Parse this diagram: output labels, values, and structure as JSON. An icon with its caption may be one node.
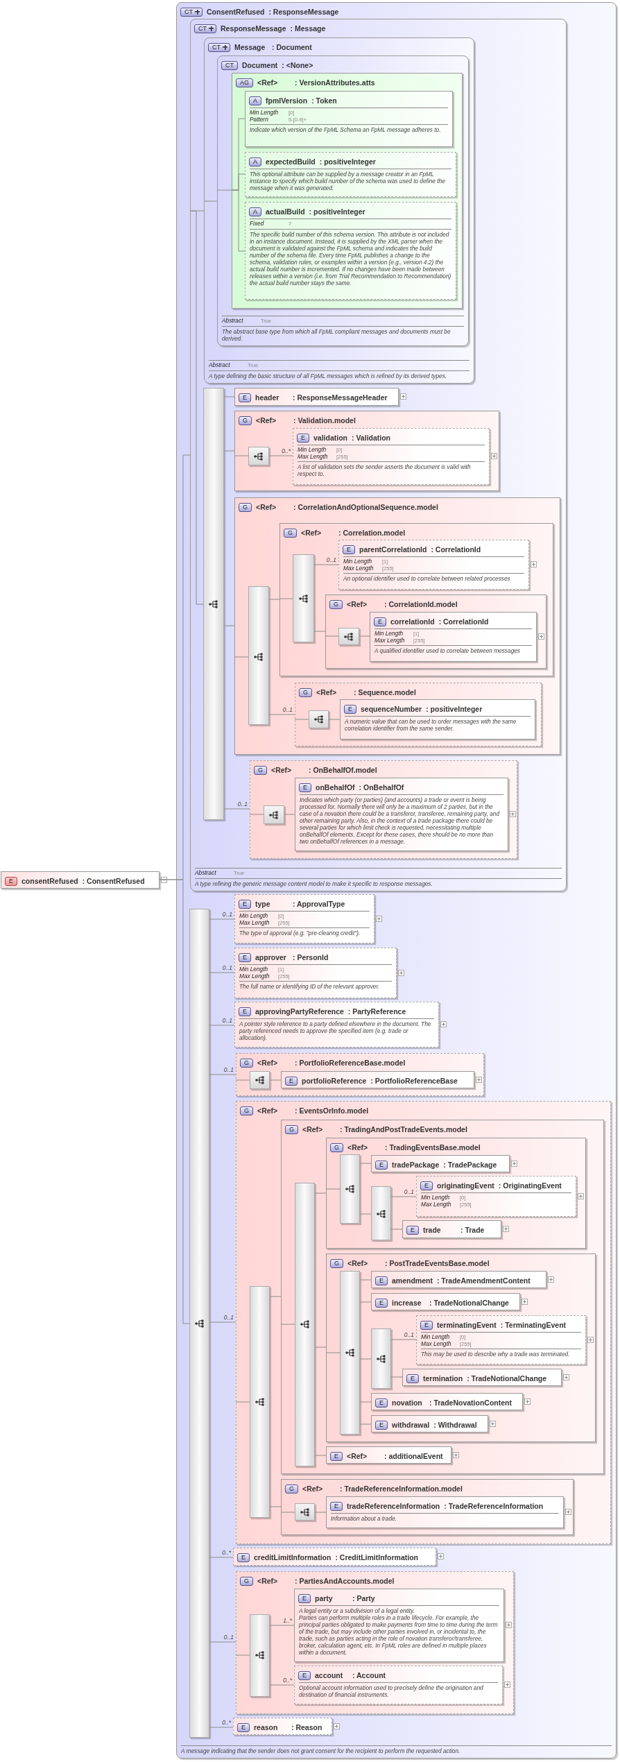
{
  "diagram": {
    "nodes": [
      {
        "text": [
          "E",
          "consentRefused",
          ": ConsentRefused"
        ]
      },
      {
        "text": [
          "CT",
          "ConsentRefused",
          ": ResponseMessage",
          "A message indicating that the sender does not grant consent for the recipient to perform the requested action."
        ]
      },
      {
        "text": [
          "CT",
          "ResponseMessage",
          ": Message",
          "Abstract",
          "True",
          "A type refining the generic message content model to make it specific to response messages."
        ],
        "in": 1
      },
      {
        "text": [
          "CT",
          "Message",
          ": Document",
          "Abstract",
          "True",
          "A type defining the basic structure of all FpML messages which is refined by its derived types."
        ],
        "in": 2
      },
      {
        "text": [
          "CT",
          "Document",
          ": <None>",
          "Abstract",
          "True",
          "The abstract base type from which all FpML compliant messages and documents must be derived."
        ],
        "in": 3
      },
      {
        "text": [
          "AG",
          "<Ref>",
          ": VersionAttributes.atts"
        ],
        "in": 4
      },
      {
        "text": [
          "A",
          "fpmlVersion",
          ": Token",
          "Min Length",
          "[0]",
          "Pattern",
          "5-[0-9]+",
          "Indicate which version of the FpML Schema an FpML message adheres to."
        ],
        "in": 5
      },
      {
        "text": [
          "A",
          "expectedBuild",
          ": positiveInteger",
          "This optional attribute can be supplied by a message creator in an FpML instance to specify which build number of the schema was used to define the message when it was generated."
        ],
        "in": 5
      },
      {
        "text": [
          "A",
          "actualBuild",
          ": positiveInteger",
          "Fixed",
          "7",
          "The specific build number of this schema version. This attribute is not included in an instance document. Instead, it is supplied by the XML parser when the document is validated against the FpML schema and indicates the build number of the schema file. Every time FpML publishes a change to the schema, validation rules, or examples within a version (e.g., version 4.2) the actual build number is incremented. If no changes have been made between releases within a version (i.e. from Trial Recommendation to Recommendation) the actual build number stays the same."
        ],
        "in": 5
      },
      {
        "text": [],
        "shape": "bar",
        "in": 2
      },
      {
        "text": [
          "E",
          "header",
          ": ResponseMessageHeader"
        ],
        "in": 2
      },
      {
        "text": [
          "G",
          "<Ref>",
          ": Validation.model"
        ],
        "in": 2
      },
      {
        "text": [],
        "shape": "box",
        "in": 11
      },
      {
        "text": [
          "E",
          "validation",
          ": Validation",
          "Min Length",
          "[0]",
          "Max Length",
          "[255]",
          "A list of validation sets the sender asserts the document is valid with respect to."
        ],
        "beside": [
          "0..*"
        ],
        "in": 11
      },
      {
        "text": [
          "G",
          "<Ref>",
          ": CorrelationAndOptionalSequence.model"
        ],
        "in": 2
      },
      {
        "text": [],
        "shape": "bar",
        "in": 14
      },
      {
        "text": [
          "G",
          "<Ref>",
          ": Correlation.model"
        ],
        "in": 14
      },
      {
        "text": [],
        "shape": "bar",
        "in": 16
      },
      {
        "text": [
          "E",
          "parentCorrelationId",
          ": CorrelationId",
          "Min Length",
          "[1]",
          "Max Length",
          "[255]",
          "An optional identifier used to correlate between related processes"
        ],
        "beside": [
          "0..1"
        ],
        "in": 16
      },
      {
        "text": [
          "G",
          "<Ref>",
          ": CorrelationId.model"
        ],
        "in": 16
      },
      {
        "text": [],
        "shape": "box",
        "in": 19
      },
      {
        "text": [
          "E",
          "correlationId",
          ": CorrelationId",
          "Min Length",
          "[1]",
          "Max Length",
          "[255]",
          "A qualified identifier used to correlate between messages"
        ],
        "in": 19
      },
      {
        "text": [
          "G",
          "<Ref>",
          ": Sequence.model"
        ],
        "beside": [
          "0..1"
        ],
        "in": 14
      },
      {
        "text": [],
        "shape": "box",
        "in": 22
      },
      {
        "text": [
          "E",
          "sequenceNumber",
          ": positiveInteger",
          "A numeric value that can be used to order messages with the same correlation identifier from the same sender."
        ],
        "in": 22
      },
      {
        "text": [
          "G",
          "<Ref>",
          ": OnBehalfOf.model"
        ],
        "beside": [
          "0..1"
        ],
        "in": 2
      },
      {
        "text": [],
        "shape": "box",
        "in": 25
      },
      {
        "text": [
          "E",
          "onBehalfOf",
          ": OnBehalfOf",
          "Indicates which party (or parties) (and accounts) a trade or event is being processed for. Normally there will only be a maximum of 2 parties, but in the case of a novation there could be a transferor, transferee, remaining party, and other remaining party. Also, in the context of a trade package there could be several parties for which limit check is requested, necessitating multiple onBehalfOf elements. Except for these cases, there should be no more than two onBehalfOf references in a message."
        ],
        "in": 25
      },
      {
        "text": [],
        "shape": "bar",
        "in": 1
      },
      {
        "text": [
          "E",
          "type",
          ": ApprovalType",
          "Min Length",
          "[0]",
          "Max Length",
          "[255]",
          "The type of approval (e.g. \"pre-clearing credit\")."
        ],
        "beside": [
          "0..1"
        ],
        "in": 1
      },
      {
        "text": [
          "E",
          "approver",
          ": PersonId",
          "Min Length",
          "[1]",
          "Max Length",
          "[255]",
          "The full name or identifying ID of the relevant approver."
        ],
        "beside": [
          "0..1"
        ],
        "in": 1
      },
      {
        "text": [
          "E",
          "approvingPartyReference",
          ": PartyReference",
          "A pointer style reference to a party defined elsewhere in the document. The party referenced needs to approve the specified item (e.g. trade or allocation)."
        ],
        "beside": [
          "0..1"
        ],
        "in": 1
      },
      {
        "text": [
          "G",
          "<Ref>",
          ": PortfolioReferenceBase.model"
        ],
        "beside": [
          "0..1"
        ],
        "in": 1
      },
      {
        "text": [],
        "shape": "box",
        "in": 32
      },
      {
        "text": [
          "E",
          "portfolioReference",
          ": PortfolioReferenceBase"
        ],
        "in": 32
      },
      {
        "text": [
          "G",
          "<Ref>",
          ": EventsOrInfo.model"
        ],
        "beside": [
          "0..1"
        ],
        "in": 1
      },
      {
        "text": [],
        "shape": "bar",
        "in": 35
      },
      {
        "text": [
          "G",
          "<Ref>",
          ": TradingAndPostTradeEvents.model"
        ],
        "in": 35
      },
      {
        "text": [],
        "shape": "bar",
        "in": 37
      },
      {
        "text": [
          "G",
          "<Ref>",
          ": TradingEventsBase.model"
        ],
        "in": 37
      },
      {
        "text": [],
        "shape": "bar",
        "in": 39
      },
      {
        "text": [
          "E",
          "tradePackage",
          ": TradePackage"
        ],
        "in": 39
      },
      {
        "text": [],
        "shape": "bar",
        "in": 39
      },
      {
        "text": [
          "E",
          "originatingEvent",
          ": OriginatingEvent",
          "Min Length",
          "[0]",
          "Max Length",
          "[255]"
        ],
        "beside": [
          "0..1"
        ],
        "in": 39
      },
      {
        "text": [
          "E",
          "trade",
          ": Trade"
        ],
        "in": 39
      },
      {
        "text": [
          "G",
          "<Ref>",
          ": PostTradeEventsBase.model"
        ],
        "in": 37
      },
      {
        "text": [],
        "shape": "bar",
        "in": 45
      },
      {
        "text": [
          "E",
          "amendment",
          ": TradeAmendmentContent"
        ],
        "in": 45
      },
      {
        "text": [
          "E",
          "increase",
          ": TradeNotionalChange"
        ],
        "in": 45
      },
      {
        "text": [],
        "shape": "bar",
        "in": 45
      },
      {
        "text": [
          "E",
          "terminatingEvent",
          ": TerminatingEvent",
          "Min Length",
          "[0]",
          "Max Length",
          "[255]",
          "This may be used to describe why a trade was terminated."
        ],
        "beside": [
          "0..1"
        ],
        "in": 45
      },
      {
        "text": [
          "E",
          "termination",
          ": TradeNotionalChange"
        ],
        "in": 45
      },
      {
        "text": [
          "E",
          "novation",
          ": TradeNovationContent"
        ],
        "in": 45
      },
      {
        "text": [
          "E",
          "withdrawal",
          ": Withdrawal"
        ],
        "in": 45
      },
      {
        "text": [
          "E",
          "<Ref>",
          ": additionalEvent"
        ],
        "in": 37
      },
      {
        "text": [
          "G",
          "<Ref>",
          ": TradeReferenceInformation.model"
        ],
        "in": 35
      },
      {
        "text": [],
        "shape": "box",
        "in": 55
      },
      {
        "text": [
          "E",
          "tradeReferenceInformation",
          ": TradeReferenceInformation",
          "Information about a trade."
        ],
        "in": 55
      },
      {
        "text": [
          "E",
          "creditLimitInformation",
          ": CreditLimitInformation"
        ],
        "beside": [
          "0..*"
        ],
        "in": 1
      },
      {
        "text": [
          "G",
          "<Ref>",
          ": PartiesAndAccounts.model"
        ],
        "beside": [
          "0..1"
        ],
        "in": 1
      },
      {
        "text": [],
        "shape": "bar",
        "in": 59
      },
      {
        "text": [
          "E",
          "party",
          ": Party",
          "A legal entity or a subdivision of a legal entity.",
          "Parties can perform multiple roles in a trade lifecycle. For example, the principal parties obligated to make payments from time to time during the term of the trade, but may include other parties involved in, or incidental to, the trade, such as parties acting in the role of novation transferor/transferee, broker, calculation agent, etc. In FpML roles are defined in multiple places within a document."
        ],
        "beside": [
          "1..*"
        ],
        "in": 59
      },
      {
        "text": [
          "E",
          "account",
          ": Account",
          "Optional account information used to precisely define the origination and destination of financial instruments."
        ],
        "beside": [
          "0..*"
        ],
        "in": 59
      },
      {
        "text": [
          "E",
          "reason",
          ": Reason"
        ],
        "beside": [
          "0..*"
        ],
        "in": 1
      }
    ],
    "edges": [
      {
        "from": 0,
        "to": 2,
        "arrow": "none"
      },
      {
        "from": 0,
        "to": 28,
        "arrow": "none"
      },
      {
        "from": 2,
        "to": 3,
        "arrow": "none"
      },
      {
        "from": 2,
        "to": 9,
        "arrow": "none"
      },
      {
        "from": 3,
        "to": 4,
        "arrow": "none"
      },
      {
        "from": 4,
        "to": 5,
        "arrow": "none"
      },
      {
        "from": 5,
        "to": 6,
        "arrow": "none"
      },
      {
        "from": 5,
        "to": 7,
        "arrow": "none"
      },
      {
        "from": 5,
        "to": 8,
        "arrow": "none"
      },
      {
        "from": 9,
        "to": 10,
        "arrow": "none"
      },
      {
        "from": 9,
        "to": 11,
        "arrow": "none"
      },
      {
        "from": 11,
        "to": 12,
        "arrow": "none"
      },
      {
        "from": 12,
        "to": 13,
        "arrow": "none"
      },
      {
        "from": 9,
        "to": 14,
        "arrow": "none"
      },
      {
        "from": 14,
        "to": 15,
        "arrow": "none"
      },
      {
        "from": 15,
        "to": 16,
        "arrow": "none"
      },
      {
        "from": 15,
        "to": 22,
        "arrow": "none"
      },
      {
        "from": 16,
        "to": 17,
        "arrow": "none"
      },
      {
        "from": 17,
        "to": 18,
        "arrow": "none"
      },
      {
        "from": 17,
        "to": 19,
        "arrow": "none"
      },
      {
        "from": 19,
        "to": 20,
        "arrow": "none"
      },
      {
        "from": 20,
        "to": 21,
        "arrow": "none"
      },
      {
        "from": 22,
        "to": 23,
        "arrow": "none"
      },
      {
        "from": 23,
        "to": 24,
        "arrow": "none"
      },
      {
        "from": 9,
        "to": 25,
        "arrow": "none"
      },
      {
        "from": 25,
        "to": 26,
        "arrow": "none"
      },
      {
        "from": 26,
        "to": 27,
        "arrow": "none"
      },
      {
        "from": 28,
        "to": 29,
        "arrow": "none"
      },
      {
        "from": 28,
        "to": 30,
        "arrow": "none"
      },
      {
        "from": 28,
        "to": 31,
        "arrow": "none"
      },
      {
        "from": 28,
        "to": 32,
        "arrow": "none"
      },
      {
        "from": 28,
        "to": 35,
        "arrow": "none"
      },
      {
        "from": 28,
        "to": 58,
        "arrow": "none"
      },
      {
        "from": 28,
        "to": 59,
        "arrow": "none"
      },
      {
        "from": 28,
        "to": 63,
        "arrow": "none"
      },
      {
        "from": 32,
        "to": 33,
        "arrow": "none"
      },
      {
        "from": 33,
        "to": 34,
        "arrow": "none"
      },
      {
        "from": 35,
        "to": 36,
        "arrow": "none"
      },
      {
        "from": 36,
        "to": 37,
        "arrow": "none"
      },
      {
        "from": 36,
        "to": 55,
        "arrow": "none"
      },
      {
        "from": 37,
        "to": 38,
        "arrow": "none"
      },
      {
        "from": 38,
        "to": 39,
        "arrow": "none"
      },
      {
        "from": 38,
        "to": 45,
        "arrow": "none"
      },
      {
        "from": 38,
        "to": 54,
        "arrow": "none"
      },
      {
        "from": 39,
        "to": 40,
        "arrow": "none"
      },
      {
        "from": 40,
        "to": 41,
        "arrow": "none"
      },
      {
        "from": 40,
        "to": 42,
        "arrow": "none"
      },
      {
        "from": 42,
        "to": 43,
        "arrow": "none"
      },
      {
        "from": 42,
        "to": 44,
        "arrow": "none"
      },
      {
        "from": 45,
        "to": 46,
        "arrow": "none"
      },
      {
        "from": 46,
        "to": 47,
        "arrow": "none"
      },
      {
        "from": 46,
        "to": 48,
        "arrow": "none"
      },
      {
        "from": 46,
        "to": 49,
        "arrow": "none"
      },
      {
        "from": 46,
        "to": 52,
        "arrow": "none"
      },
      {
        "from": 46,
        "to": 53,
        "arrow": "none"
      },
      {
        "from": 49,
        "to": 50,
        "arrow": "none"
      },
      {
        "from": 49,
        "to": 51,
        "arrow": "none"
      },
      {
        "from": 55,
        "to": 56,
        "arrow": "none"
      },
      {
        "from": 56,
        "to": 57,
        "arrow": "none"
      },
      {
        "from": 59,
        "to": 60,
        "arrow": "none"
      },
      {
        "from": 60,
        "to": 61,
        "arrow": "none"
      },
      {
        "from": 60,
        "to": 62,
        "arrow": "none"
      }
    ]
  }
}
